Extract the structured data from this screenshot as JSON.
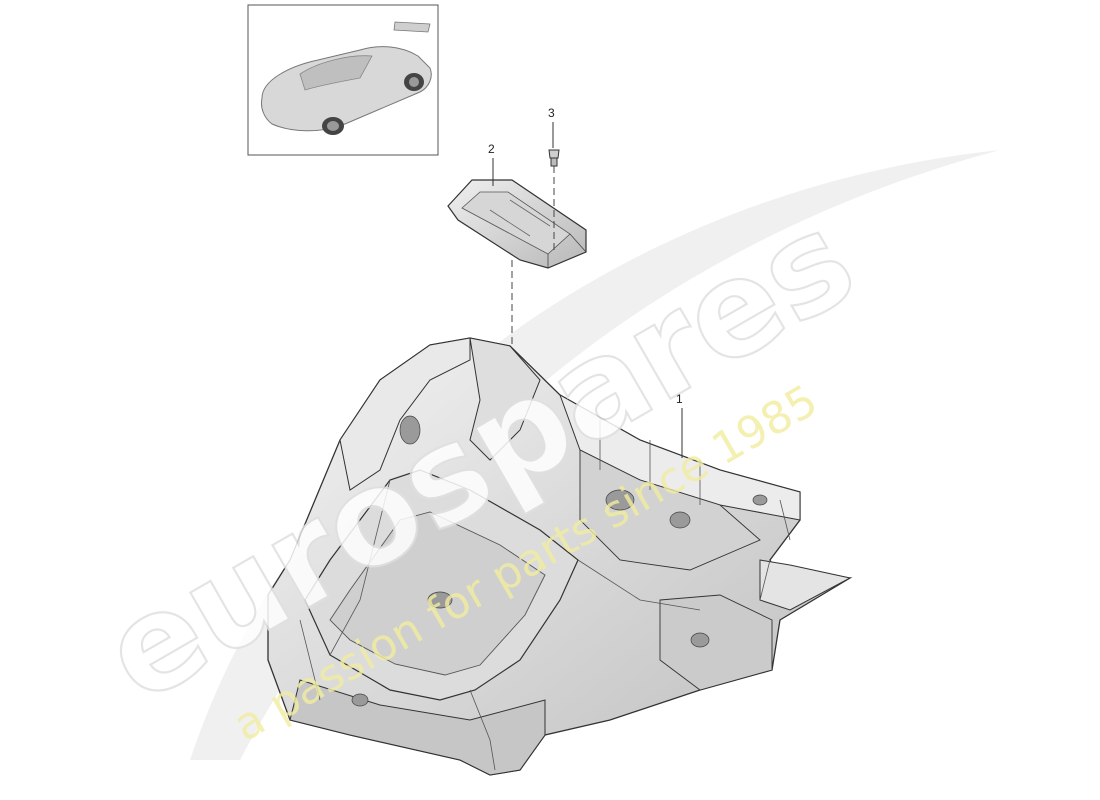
{
  "diagram": {
    "parts": [
      {
        "number": "1",
        "name": "front-end-body-structure"
      },
      {
        "number": "2",
        "name": "cover-plate"
      },
      {
        "number": "3",
        "name": "bolt"
      }
    ]
  },
  "watermark": {
    "brand": "eurospares",
    "tagline": "a passion for parts since 1985"
  },
  "colors": {
    "line": "#3a3a3a",
    "part_fill": "#e6e6e6",
    "part_shade": "#c4c4c4",
    "watermark_gray": "#e2e2e2",
    "watermark_yellow": "#f2eea8"
  }
}
